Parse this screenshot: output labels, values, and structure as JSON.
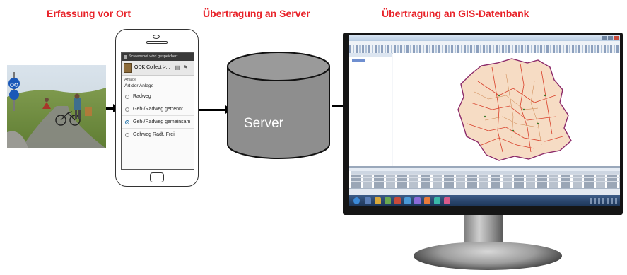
{
  "headings": {
    "capture": "Erfassung vor Ort",
    "transfer_server": "Übertragung an Server",
    "transfer_gis": "Übertragung an GIS-Datenbank"
  },
  "phone": {
    "status_text": "Screenshot wird gespeichert...",
    "app_title": "ODK Collect >...",
    "section_label": "Anlage",
    "question": "Art der Anlage",
    "options": [
      {
        "label": "Radweg",
        "selected": false
      },
      {
        "label": "Geh-/Radweg getrennt",
        "selected": false
      },
      {
        "label": "Geh-/Radweg gemeinsam",
        "selected": true
      },
      {
        "label": "Gehweg Radf. Frei",
        "selected": false
      }
    ]
  },
  "server": {
    "label": "Server"
  },
  "colors": {
    "heading": "#e8232a",
    "server_fill": "#8e8e8e",
    "map_fill": "#f6dcc4",
    "map_roads": "#d8402a",
    "map_boundary": "#8c2a6a"
  },
  "icons": [
    "bicycle-sign-icon",
    "odk-logo-icon",
    "radio-icon",
    "monitor-icon"
  ]
}
